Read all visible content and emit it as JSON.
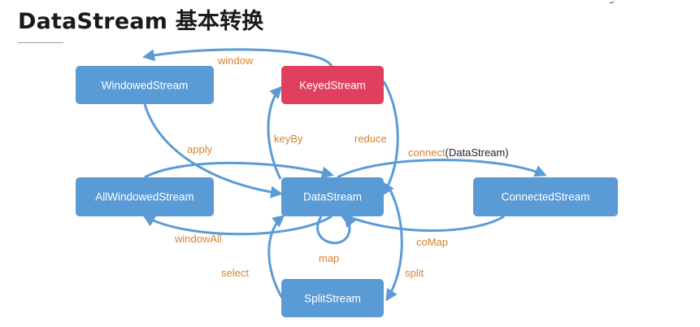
{
  "title": "DataStream 基本转换",
  "colors": {
    "node": "#5b9bd5",
    "keyed_node": "#e0405e",
    "edge": "#5b9bd5",
    "label": "#d9822b"
  },
  "nodes": {
    "windowed": "WindowedStream",
    "keyed": "KeyedStream",
    "allwindowed": "AllWindowedStream",
    "datastream": "DataStream",
    "connected": "ConnectedStream",
    "split": "SplitStream"
  },
  "edges": {
    "window": "window",
    "apply": "apply",
    "keyBy": "keyBy",
    "reduce": "reduce",
    "connect": "connect",
    "connect_arg": "(DataStream)",
    "windowAll": "windowAll",
    "map": "map",
    "coMap": "coMap",
    "select": "select",
    "split": "split"
  }
}
